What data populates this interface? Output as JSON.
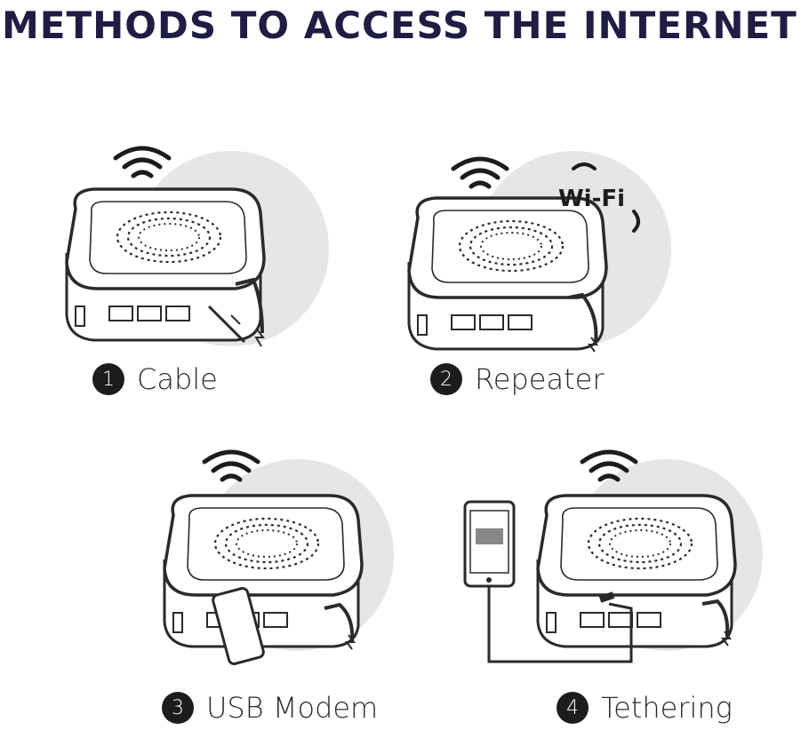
{
  "title": "METHODS TO ACCESS THE INTERNET",
  "methods": [
    {
      "number": "1",
      "label": "Cable"
    },
    {
      "number": "2",
      "label": "Repeater"
    },
    {
      "number": "3",
      "label": "USB Modem"
    },
    {
      "number": "4",
      "label": "Tethering"
    }
  ],
  "wifi_logo": "Wi-Fi",
  "colors": {
    "title": "#1f1d44",
    "circle": "#e6e6e6",
    "stroke": "#2a2a2a",
    "badge": "#1c1c1c"
  }
}
